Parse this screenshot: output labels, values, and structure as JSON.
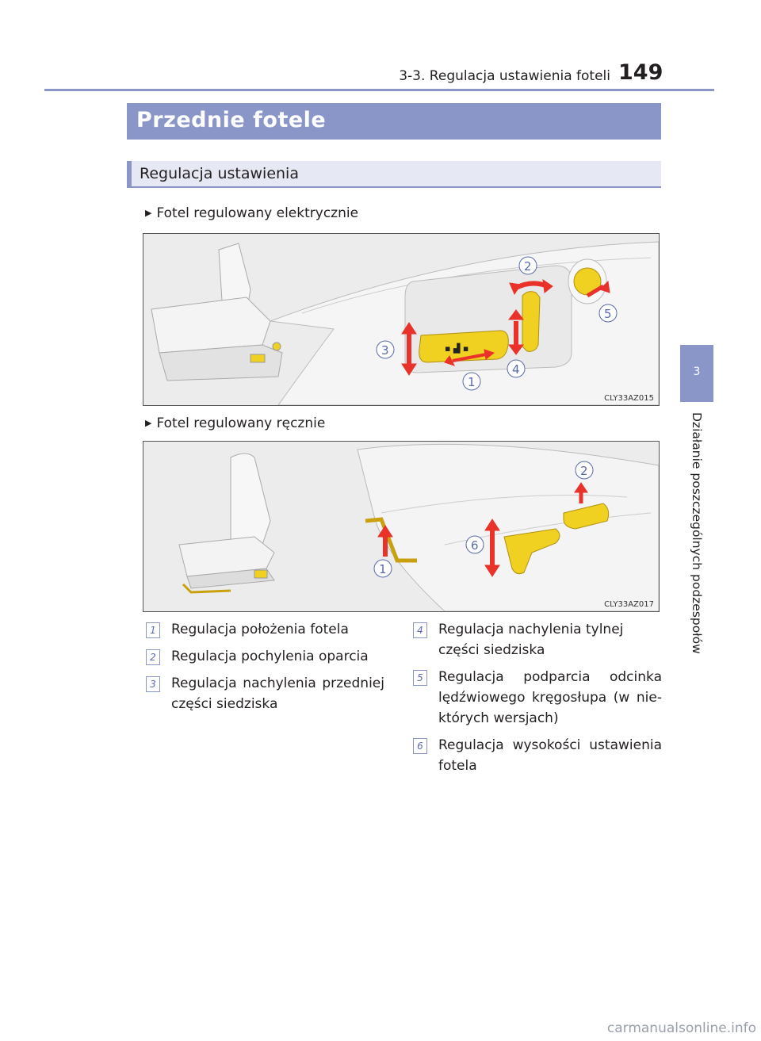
{
  "header": {
    "chapter_title": "3-3. Regulacja ustawienia foteli",
    "page_number": "149"
  },
  "section": {
    "title": "Przednie fotele",
    "subsection_title": "Regulacja ustawienia"
  },
  "side_tab": {
    "number": "3",
    "label": "Działanie poszczególnych podzespołów"
  },
  "figures": [
    {
      "caption": "Fotel regulowany elektrycznie",
      "code": "CLY33AZ015",
      "callouts": [
        "1",
        "2",
        "3",
        "4",
        "5"
      ]
    },
    {
      "caption": "Fotel regulowany ręcznie",
      "code": "CLY33AZ017",
      "callouts": [
        "1",
        "2",
        "6"
      ]
    }
  ],
  "legend": {
    "left": [
      {
        "num": "1",
        "text": "Regulacja położenia fotela"
      },
      {
        "num": "2",
        "text": "Regulacja pochylenia oparcia"
      },
      {
        "num": "3",
        "text": "Regulacja nachylenia przedniej części siedziska"
      }
    ],
    "right": [
      {
        "num": "4",
        "text": "Regulacja nachylenia tylnej części siedziska"
      },
      {
        "num": "5",
        "text": "Regulacja podparcia odcinka lędźwiowego kręgosłupa (w nie-których wersjach)"
      },
      {
        "num": "6",
        "text": "Regulacja wysokości ustawienia fotela"
      }
    ]
  },
  "watermark": "carmanualsonline.info",
  "colors": {
    "accent": "#8a96c8",
    "control_yellow": "#f0d020",
    "arrow_red": "#e8322a"
  }
}
